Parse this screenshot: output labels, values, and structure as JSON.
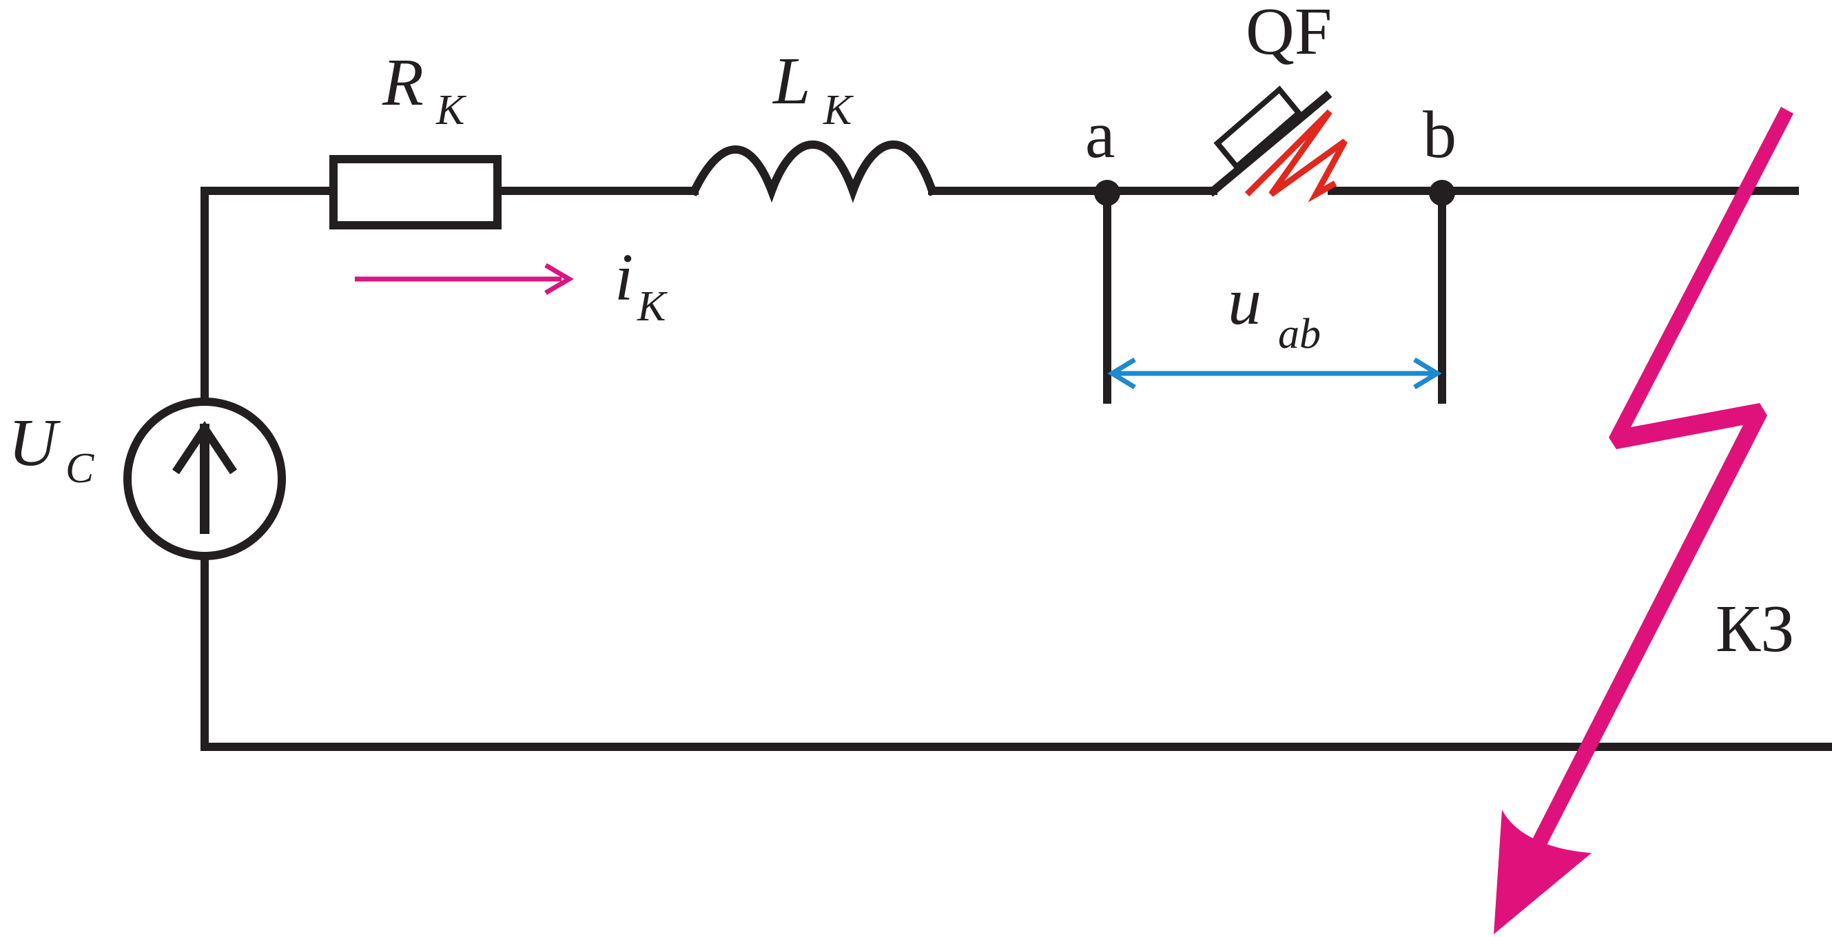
{
  "colors": {
    "wire": "#231f20",
    "current_arrow": "#d9157f",
    "voltage_arrow": "#1e88d0",
    "arc": "#e0281e",
    "fault": "#df127b"
  },
  "labels": {
    "resistor_main": "R",
    "resistor_sub": "K",
    "inductor_main": "L",
    "inductor_sub": "K",
    "breaker": "QF",
    "node_a": "a",
    "node_b": "b",
    "current_main": "i",
    "current_sub": "K",
    "voltage_main": "u",
    "voltage_sub": "ab",
    "source_main": "U",
    "source_sub": "C",
    "fault": "КЗ"
  }
}
